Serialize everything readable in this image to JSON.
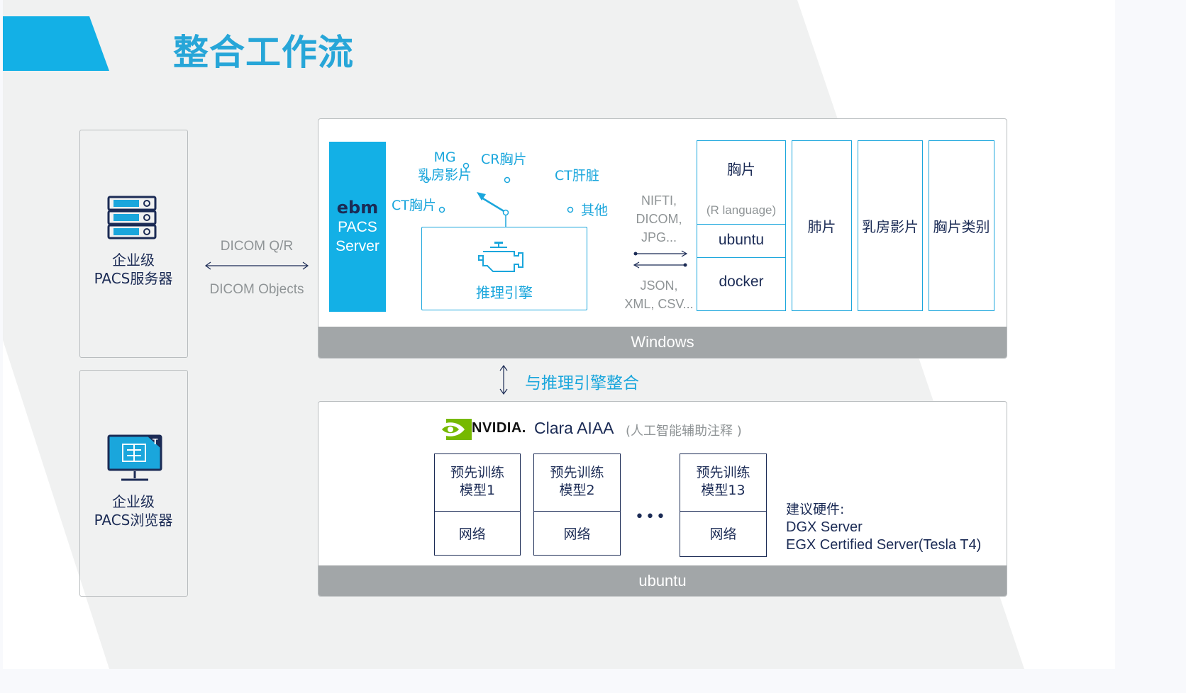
{
  "title": "整合工作流",
  "left": {
    "server_label_1": "企业级",
    "server_label_2": "PACS服务器",
    "browser_label_1": "企业级",
    "browser_label_2": "PACS浏览器",
    "server_icon": "server-rack-icon",
    "browser_icon": "monitor-icon"
  },
  "connector": {
    "top_label": "DICOM Q/R",
    "bottom_label": "DICOM Objects"
  },
  "windows_panel": {
    "os_label": "Windows",
    "ebm_logo": "ebm",
    "pacs_1": "PACS",
    "pacs_2": "Server",
    "inputs": {
      "mg_1": "MG",
      "mg_2": "乳房影片",
      "cr": "CR胸片",
      "ct_liver": "CT肝脏",
      "ct_chest": "CT胸片",
      "other": "其他"
    },
    "engine_label": "推理引擎",
    "engine_icon": "engine-icon",
    "formats_in_1": "NIFTI,",
    "formats_in_2": "DICOM,",
    "formats_in_3": "JPG...",
    "formats_out_1": "JSON,",
    "formats_out_2": "XML, CSV...",
    "module_top": "胸片",
    "module_rlang": "(R language)",
    "module_ubuntu": "ubuntu",
    "module_docker": "docker",
    "columns": [
      "肺片",
      "乳房影片",
      "胸片类别"
    ]
  },
  "integrate_label": "与推理引擎整合",
  "ubuntu_panel": {
    "os_label": "ubuntu",
    "nvidia_logo": "NVIDIA.",
    "clara": "Clara AIAA",
    "clara_sub": "(人工智能辅助注释 )",
    "models": [
      {
        "line1": "预先训练",
        "line2": "模型1",
        "net": "网络"
      },
      {
        "line1": "预先训练",
        "line2": "模型2",
        "net": "网络"
      },
      {
        "line1": "预先训练",
        "line2": "模型13",
        "net": "网络"
      }
    ],
    "ellipsis": "•••",
    "hw_title": "建议硬件:",
    "hw_1": "DGX Server",
    "hw_2": "EGX Certified Server(Tesla T4)"
  }
}
